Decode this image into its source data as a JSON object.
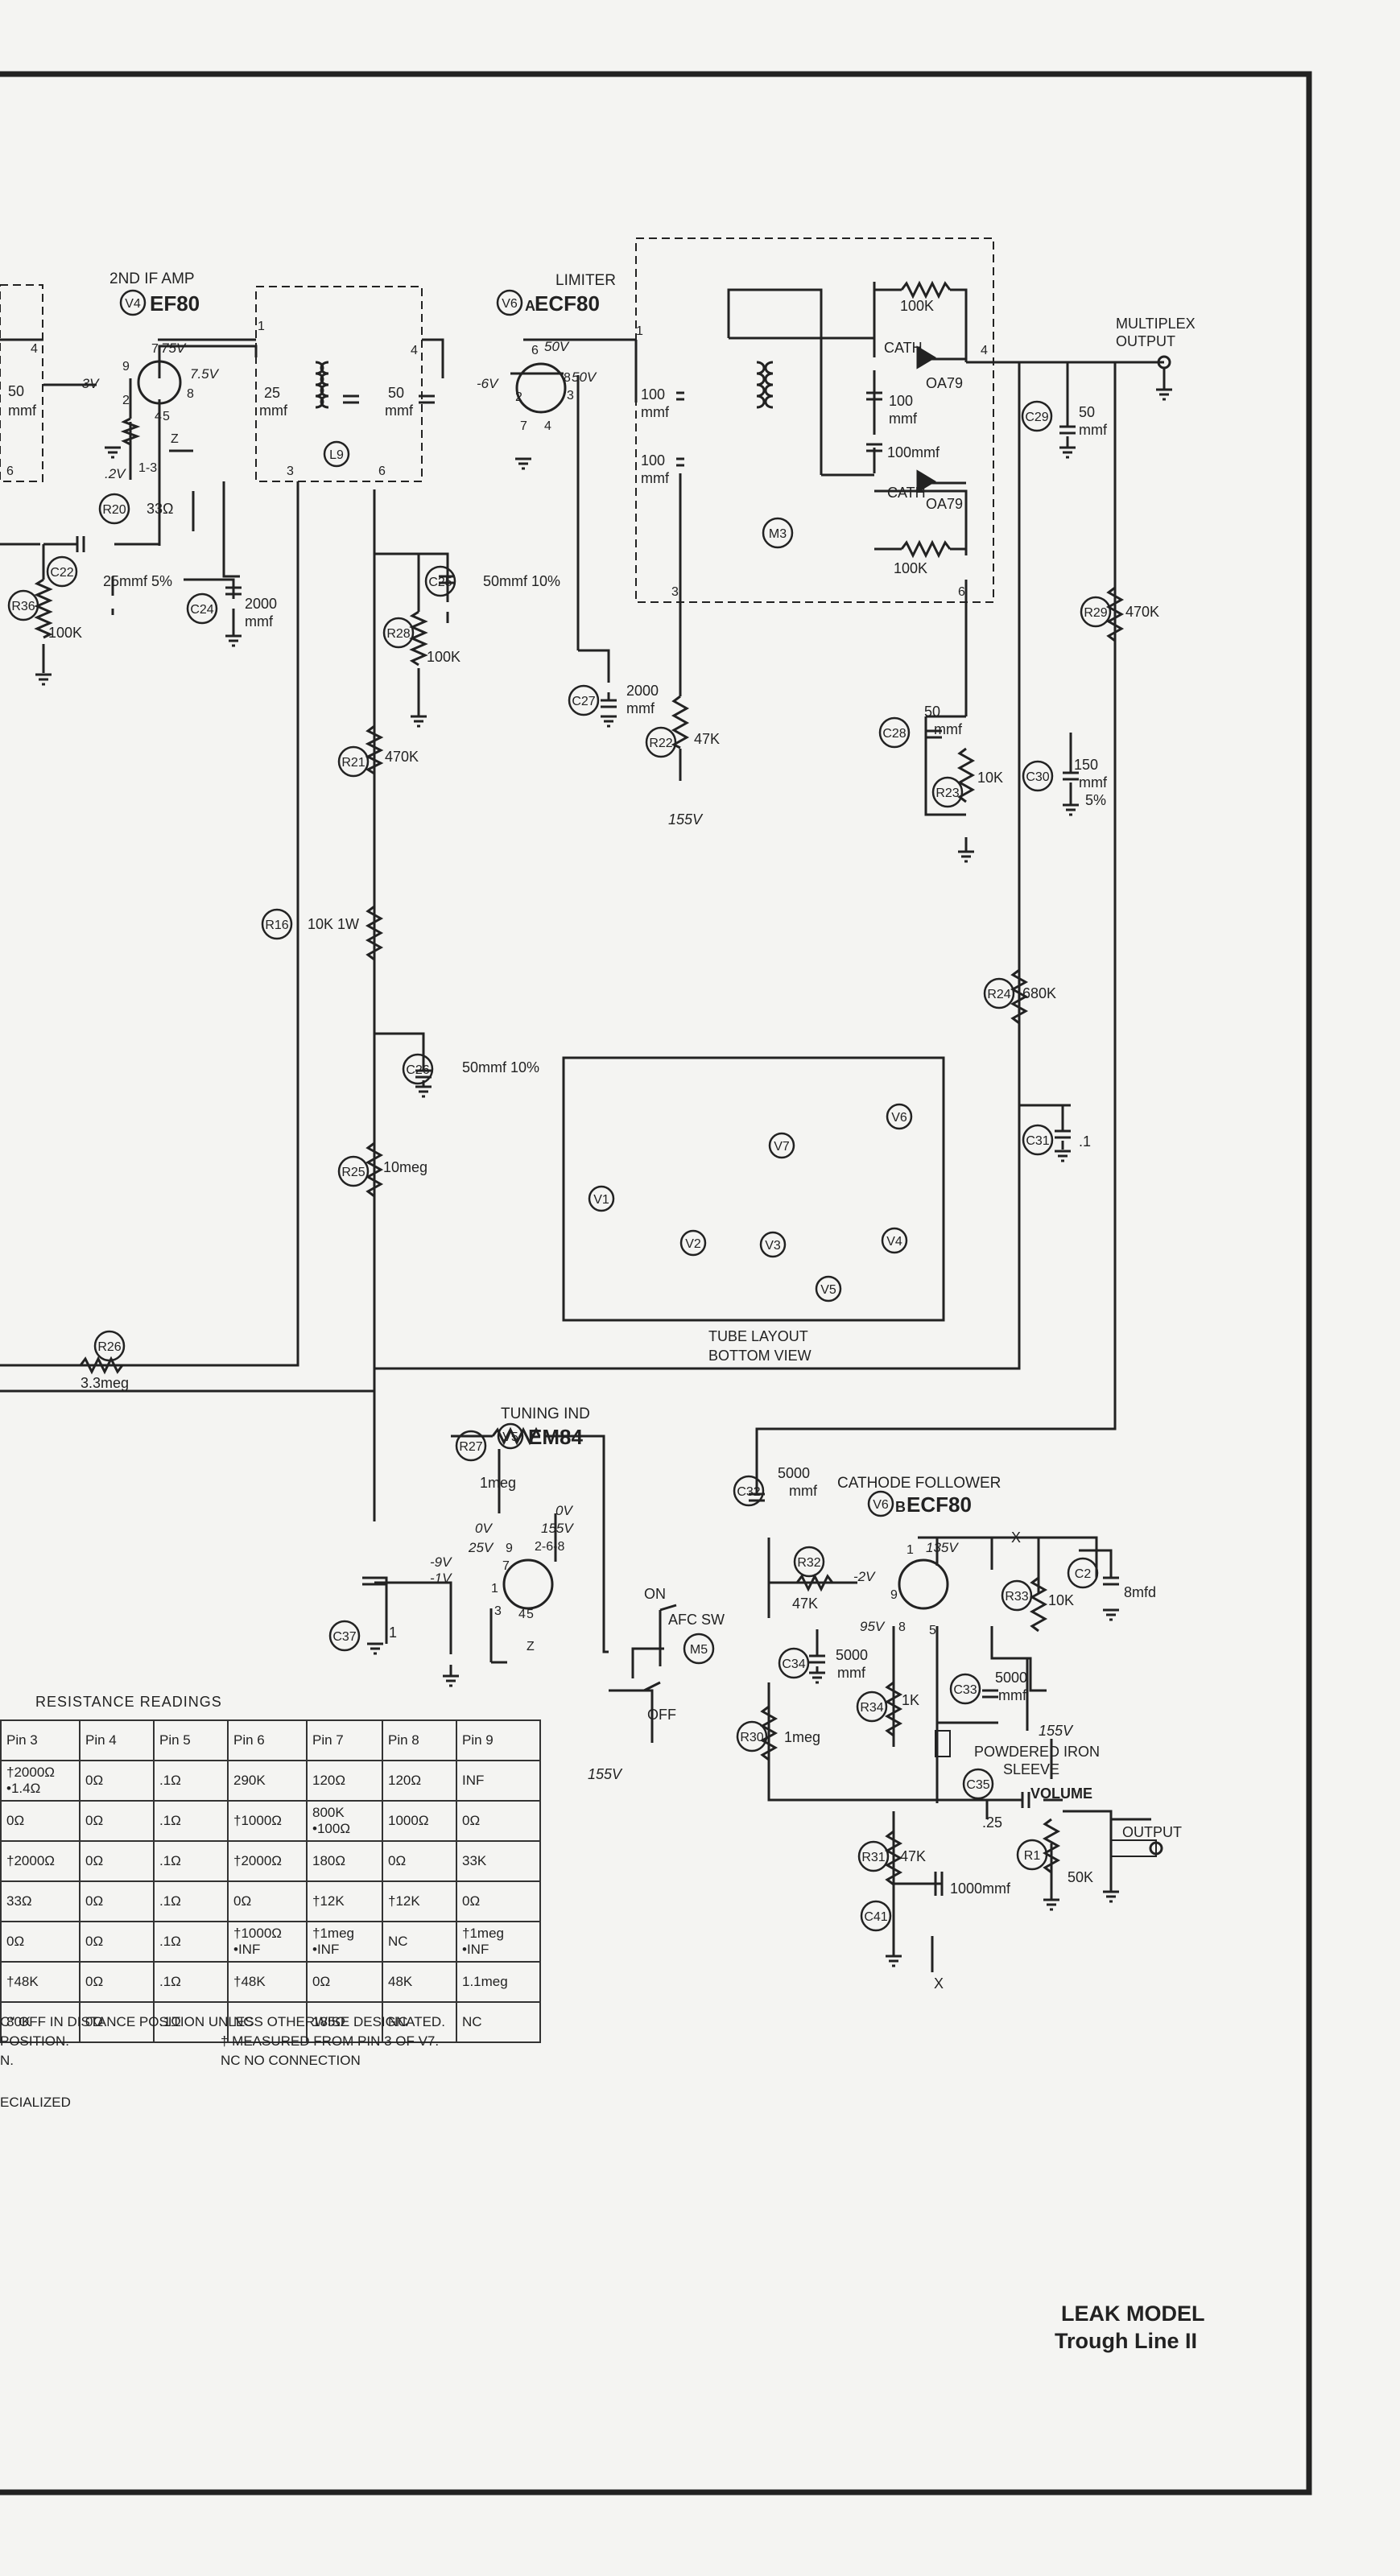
{
  "stages": {
    "if_amp": {
      "title": "2ND IF AMP",
      "tube_ref": "V4",
      "tube_type": "EF80"
    },
    "limiter": {
      "title": "LIMITER",
      "tube_ref": "V6",
      "tube_suffix": "A",
      "tube_type": "ECF80"
    },
    "tuning": {
      "title": "TUNING IND",
      "tube_ref": "V5",
      "tube_type": "EM84"
    },
    "cathode_follower": {
      "title": "CATHODE FOLLOWER",
      "tube_ref": "V6",
      "tube_suffix": "B",
      "tube_type": "ECF80"
    }
  },
  "outputs": {
    "multiplex": [
      "MULTIPLEX",
      "OUTPUT"
    ],
    "output": "OUTPUT",
    "volume": "VOLUME"
  },
  "voltages": {
    "v4_pin7": "75V",
    "v4_pin8": "7.5V",
    "v4_grid": "-3V",
    "v4_cath": ".2V",
    "v6a_pin6": "50V",
    "v6a_pin3": "50V",
    "v6a_grid": "-6V",
    "v5_0v_a": "0V",
    "v5_0v_b": "0V",
    "v5_155": "155V",
    "v5_25": "25V",
    "v5_m9": "-9V",
    "v5_m1": "-1V",
    "v6b_pin1": "135V",
    "v6b_grid": "-2V",
    "v6b_95": "95V",
    "b_plus": "155V"
  },
  "pins": {
    "v4": [
      "9",
      "7",
      "8",
      "2",
      "4",
      "5",
      "1-3",
      "Z"
    ],
    "v6a": [
      "6",
      "8",
      "3",
      "2",
      "7",
      "4"
    ],
    "v5": [
      "9",
      "2-6-8",
      "7",
      "1",
      "3",
      "4",
      "5",
      "Z"
    ],
    "v6b": [
      "1",
      "9",
      "8",
      "5"
    ],
    "l9": [
      "1",
      "4",
      "3",
      "6"
    ],
    "m3": [
      "1",
      "4",
      "3",
      "6"
    ],
    "left_box": [
      "4",
      "6"
    ]
  },
  "components": {
    "left50": [
      "50",
      "mmf"
    ],
    "r20": {
      "ref": "R20",
      "value": "33Ω"
    },
    "r36": {
      "ref": "R36",
      "value": "100K"
    },
    "c22": {
      "ref": "C22",
      "value": "25mmf 5%"
    },
    "c24": {
      "ref": "C24",
      "value": [
        "2000",
        "mmf"
      ]
    },
    "l9": {
      "ref": "L9",
      "c1": [
        "25",
        "mmf"
      ],
      "c2": [
        "50",
        "mmf"
      ]
    },
    "c25": {
      "ref": "C25",
      "value": "50mmf 10%"
    },
    "r28": {
      "ref": "R28",
      "value": "100K"
    },
    "r21": {
      "ref": "R21",
      "value": "470K"
    },
    "r16": {
      "ref": "R16",
      "value": "10K 1W"
    },
    "c26": {
      "ref": "C26",
      "value": "50mmf 10%"
    },
    "r25": {
      "ref": "R25",
      "value": "10meg"
    },
    "r26": {
      "ref": "R26",
      "value": "3.3meg"
    },
    "r27": {
      "ref": "R27",
      "value": "1meg"
    },
    "c37": {
      "ref": "C37",
      "value": ".1"
    },
    "m3": {
      "ref": "M3",
      "c1": [
        "100",
        "mmf"
      ],
      "c2": [
        "100",
        "mmf"
      ],
      "c3": [
        "100",
        "mmf"
      ],
      "c4": "100mmf",
      "r1": "100K",
      "r2": "100K",
      "d1": "OA79",
      "d2": "OA79",
      "cath1": "CATH",
      "cath2": "CATH"
    },
    "c27": {
      "ref": "C27",
      "value": [
        "2000",
        "mmf"
      ]
    },
    "r22": {
      "ref": "R22",
      "value": "47K"
    },
    "c28": {
      "ref": "C28",
      "value": [
        "50",
        "mmf"
      ]
    },
    "r23": {
      "ref": "R23",
      "value": "10K"
    },
    "c29": {
      "ref": "C29",
      "value": [
        "50",
        "mmf"
      ]
    },
    "r29": {
      "ref": "R29",
      "value": "470K"
    },
    "c30": {
      "ref": "C30",
      "value": [
        "150",
        "mmf",
        "5%"
      ]
    },
    "r24": {
      "ref": "R24",
      "value": "680K"
    },
    "c31": {
      "ref": "C31",
      "value": ".1"
    },
    "c32": {
      "ref": "C32",
      "value": [
        "5000",
        "mmf"
      ]
    },
    "r32": {
      "ref": "R32",
      "value": "47K"
    },
    "c34": {
      "ref": "C34",
      "value": [
        "5000",
        "mmf"
      ]
    },
    "r34": {
      "ref": "R34",
      "value": "1K"
    },
    "r30": {
      "ref": "R30",
      "value": "1meg"
    },
    "r31": {
      "ref": "R31",
      "value": "47K"
    },
    "c41": {
      "ref": "C41",
      "value": "1000mmf"
    },
    "c35": {
      "ref": "C35",
      "value": ".25"
    },
    "r33": {
      "ref": "R33",
      "value": "10K"
    },
    "c33": {
      "ref": "C33",
      "value": [
        "5000",
        "mmf"
      ]
    },
    "c2": {
      "ref": "C2",
      "value": "8mfd"
    },
    "r1": {
      "ref": "R1",
      "value": "50K"
    },
    "m5": {
      "ref": "M5",
      "label": "AFC SW",
      "on": "ON",
      "off": "OFF"
    },
    "iron": [
      "POWDERED IRON",
      "SLEEVE"
    ],
    "x_mark": "X"
  },
  "tube_layout": {
    "caption": [
      "TUBE LAYOUT",
      "BOTTOM VIEW"
    ],
    "tubes": [
      "V1",
      "V2",
      "V3",
      "V4",
      "V5",
      "V6",
      "V7"
    ]
  },
  "resistance_table": {
    "caption": "RESISTANCE READINGS",
    "headers": [
      "Pin 3",
      "Pin 4",
      "Pin 5",
      "Pin 6",
      "Pin 7",
      "Pin 8",
      "Pin 9"
    ],
    "rows": [
      [
        "†2000Ω\n•1.4Ω",
        "0Ω",
        ".1Ω",
        "290K",
        "120Ω",
        "120Ω",
        "INF"
      ],
      [
        "0Ω",
        "0Ω",
        ".1Ω",
        "†1000Ω",
        "800K\n•100Ω",
        "1000Ω",
        "0Ω"
      ],
      [
        "†2000Ω",
        "0Ω",
        ".1Ω",
        "†2000Ω",
        "180Ω",
        "0Ω",
        "33K"
      ],
      [
        "33Ω",
        "0Ω",
        ".1Ω",
        "0Ω",
        "†12K",
        "†12K",
        "0Ω"
      ],
      [
        "0Ω",
        "0Ω",
        ".1Ω",
        "†1000Ω\n•INF",
        "†1meg\n•INF",
        "NC",
        "†1meg\n•INF"
      ],
      [
        "†48K",
        "0Ω",
        ".1Ω",
        "†48K",
        "0Ω",
        "48K",
        "1.1meg"
      ],
      [
        "80K",
        "0Ω",
        ".1Ω",
        "NC",
        "185Ω",
        "NC",
        "NC"
      ]
    ],
    "notes": [
      [
        "C\" OFF IN DISTANCE POSITION UNLESS OTHERWISE DESIGNATED.",
        ""
      ],
      [
        "POSITION.",
        "†   MEASURED FROM PIN 3 OF V7."
      ],
      [
        "N.",
        "NC  NO CONNECTION"
      ]
    ],
    "footnote": "ECIALIZED"
  },
  "title_block": {
    "line1": "LEAK MODEL",
    "line2": "Trough Line II"
  }
}
